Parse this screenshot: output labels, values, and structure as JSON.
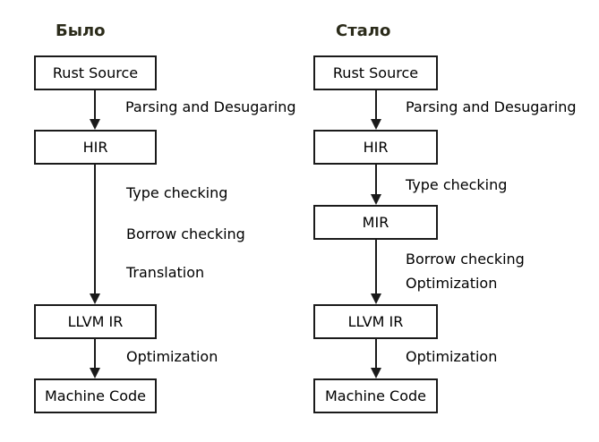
{
  "colors": {
    "heading": "#2b2b1a",
    "box_border": "#1a1a1a",
    "box_text": "#000000",
    "label_text": "#000000",
    "background": "#ffffff"
  },
  "left_pipeline": {
    "title": "Было",
    "nodes": [
      "Rust Source",
      "HIR",
      "LLVM IR",
      "Machine Code"
    ],
    "edge_labels": [
      "Parsing and Desugaring",
      "Type checking",
      "Borrow checking",
      "Translation",
      "Optimization"
    ]
  },
  "right_pipeline": {
    "title": "Стало",
    "nodes": [
      "Rust Source",
      "HIR",
      "MIR",
      "LLVM IR",
      "Machine Code"
    ],
    "edge_labels": [
      "Parsing and Desugaring",
      "Type checking",
      "Borrow checking",
      "Optimization",
      "Optimization"
    ]
  }
}
